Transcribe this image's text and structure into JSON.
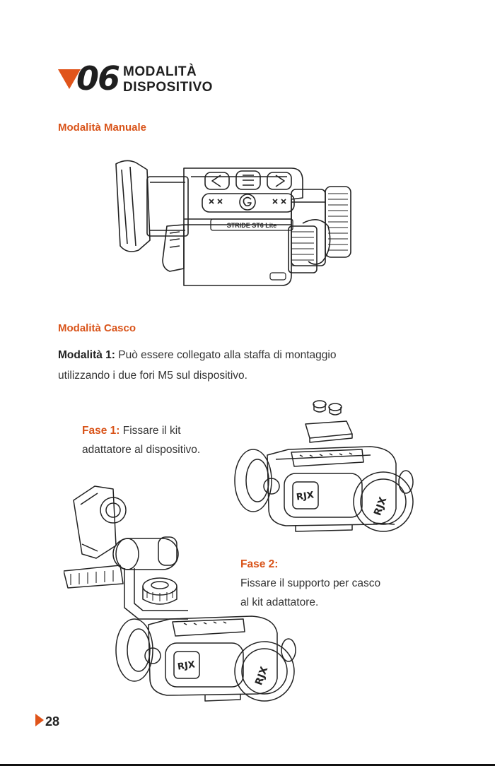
{
  "chapter": {
    "number": "06",
    "title_line1": "MODALITÀ",
    "title_line2": "DISPOSITIVO"
  },
  "manual": {
    "heading": "Modalità Manuale",
    "device_label": "STRIDE ST6 Lite"
  },
  "helmet": {
    "heading": "Modalità Casco",
    "mode1_label": "Modalità 1:",
    "mode1_text": " Può essere collegato alla staffa di montaggio",
    "mode1_text2": "utilizzando i due fori M5 sul dispositivo.",
    "step1_label": "Fase 1:",
    "step1_text": " Fissare il kit",
    "step1_text2": "adattatore al dispositivo.",
    "step2_label": "Fase 2:",
    "step2_text": "Fissare il supporto per casco",
    "step2_text2": "al kit adattatore.",
    "logo_text": "RJX"
  },
  "page_number": "28",
  "colors": {
    "accent": "#e0541a",
    "text": "#333333"
  }
}
